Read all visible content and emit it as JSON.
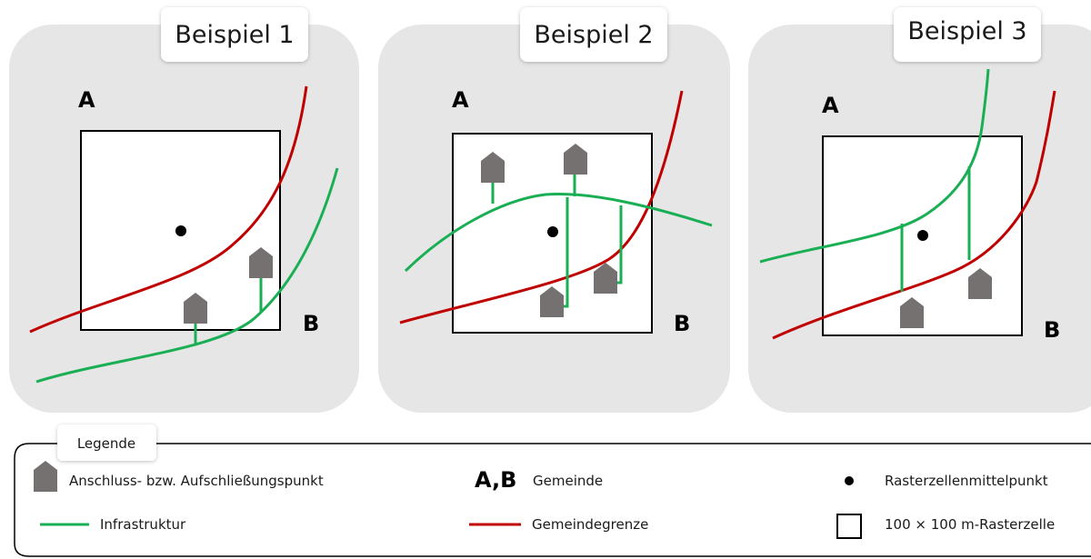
{
  "examples": [
    {
      "title": "Beispiel 1",
      "label_a": "A",
      "label_b": "B"
    },
    {
      "title": "Beispiel 2",
      "label_a": "A",
      "label_b": "B"
    },
    {
      "title": "Beispiel 3",
      "label_a": "A",
      "label_b": "B"
    }
  ],
  "legend": {
    "title": "Legende",
    "connection_point": "Anschluss- bzw. Aufschließungspunkt",
    "municipality_symbol": "A,B",
    "municipality": "Gemeinde",
    "cell_center": "Rasterzellenmittelpunkt",
    "infrastructure": "Infrastruktur",
    "municipal_boundary": "Gemeindegrenze",
    "grid_cell": "100 × 100 m-Rasterzelle"
  },
  "colors": {
    "panel_background": "#e6e6e6",
    "infrastructure": "#1aaf54",
    "municipal_boundary": "#c00000",
    "house": "#767171",
    "cell_border": "#000000"
  },
  "icons": {
    "connection_point": "house-icon",
    "cell_center": "dot-icon",
    "grid_cell": "square-icon"
  }
}
